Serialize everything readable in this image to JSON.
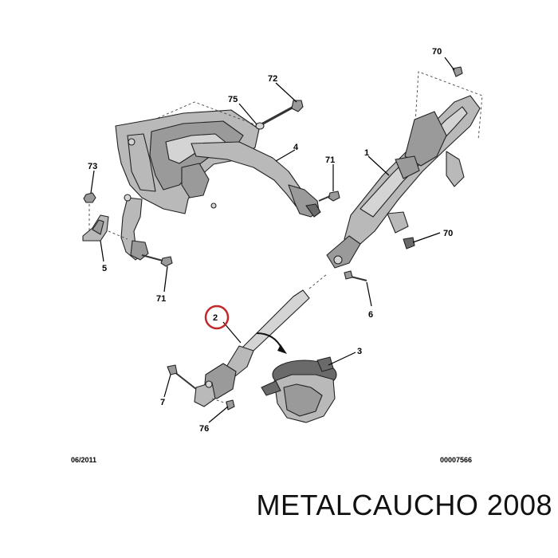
{
  "callouts": {
    "c70_top": "70",
    "c72": "72",
    "c75": "75",
    "c4": "4",
    "c71_right": "71",
    "c1": "1",
    "c73": "73",
    "c5": "5",
    "c71_left": "71",
    "c70_right": "70",
    "c6": "6",
    "c2": "2",
    "c3": "3",
    "c7": "7",
    "c76": "76"
  },
  "footer": {
    "date": "06/2011",
    "reference": "00007566"
  },
  "brand": {
    "text": "METALCAUCHO 2008"
  },
  "colors": {
    "part_fill": "#b9b9b9",
    "part_dark": "#6a6a6a",
    "highlight_circle": "#c0282a"
  }
}
